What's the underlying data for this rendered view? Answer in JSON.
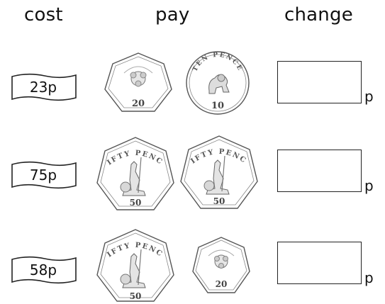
{
  "headers": {
    "cost": "cost",
    "pay": "pay",
    "change": "change"
  },
  "unit": "p",
  "rows": [
    {
      "cost": "23p",
      "coins": [
        {
          "shape": "heptagon",
          "value": "20",
          "icon": "rose-icon"
        },
        {
          "shape": "circle",
          "value": "10",
          "text": "TEN PENCE",
          "icon": "lion-icon"
        }
      ],
      "change": ""
    },
    {
      "cost": "75p",
      "coins": [
        {
          "shape": "heptagon",
          "value": "50",
          "text": "FIFTY PENCE",
          "icon": "britannia-icon"
        },
        {
          "shape": "heptagon",
          "value": "50",
          "text": "FIFTY PENCE",
          "icon": "britannia-icon"
        }
      ],
      "change": ""
    },
    {
      "cost": "58p",
      "coins": [
        {
          "shape": "heptagon",
          "value": "50",
          "text": "FIFTY PENCE",
          "icon": "britannia-icon"
        },
        {
          "shape": "heptagon",
          "value": "20",
          "icon": "rose-icon"
        }
      ],
      "change": ""
    }
  ]
}
